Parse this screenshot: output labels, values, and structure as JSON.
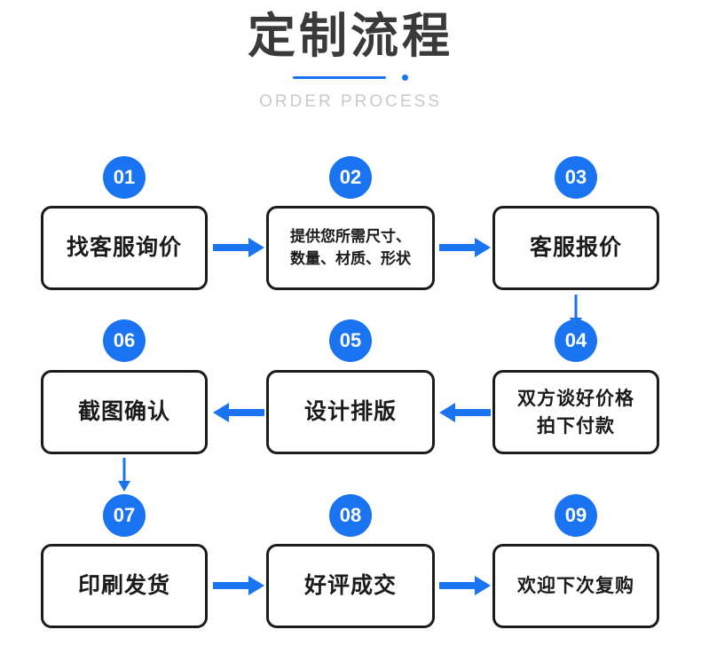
{
  "header": {
    "title_cn": "定制流程",
    "title_en": "ORDER PROCESS"
  },
  "colors": {
    "accent": "#1a73f0",
    "node_border": "#1b1b1b",
    "title": "#3a3a3a",
    "subtitle": "#c9c9c9",
    "background": "#ffffff"
  },
  "flow": {
    "steps": [
      {
        "number": "01",
        "label": "找客服询价"
      },
      {
        "number": "02",
        "label": "提供您所需尺寸、\n数量、材质、形状"
      },
      {
        "number": "03",
        "label": "客服报价"
      },
      {
        "number": "04",
        "label": "双方谈好价格\n拍下付款"
      },
      {
        "number": "05",
        "label": "设计排版"
      },
      {
        "number": "06",
        "label": "截图确认"
      },
      {
        "number": "07",
        "label": "印刷发货"
      },
      {
        "number": "08",
        "label": "好评成交"
      },
      {
        "number": "09",
        "label": "欢迎下次复购"
      }
    ]
  }
}
